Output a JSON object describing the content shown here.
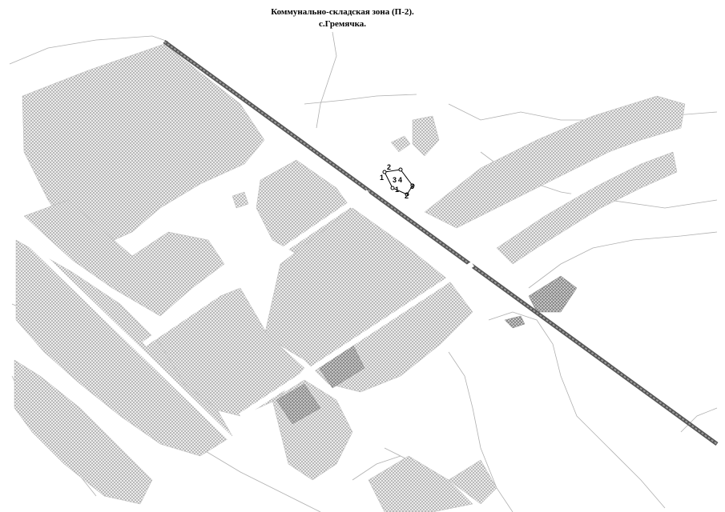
{
  "map": {
    "title_line1": "Коммунально-складская зона (П-2).",
    "title_line2": "с.Гремячка.",
    "point_labels": [
      "1",
      "2",
      "3",
      "4",
      "1",
      "2",
      "3"
    ]
  },
  "colors": {
    "hatch_fill": "#bdbdbd",
    "dense_fill": "#9a9a9a",
    "road": "#3a3a3a",
    "thin_line": "#a8a8a8"
  }
}
